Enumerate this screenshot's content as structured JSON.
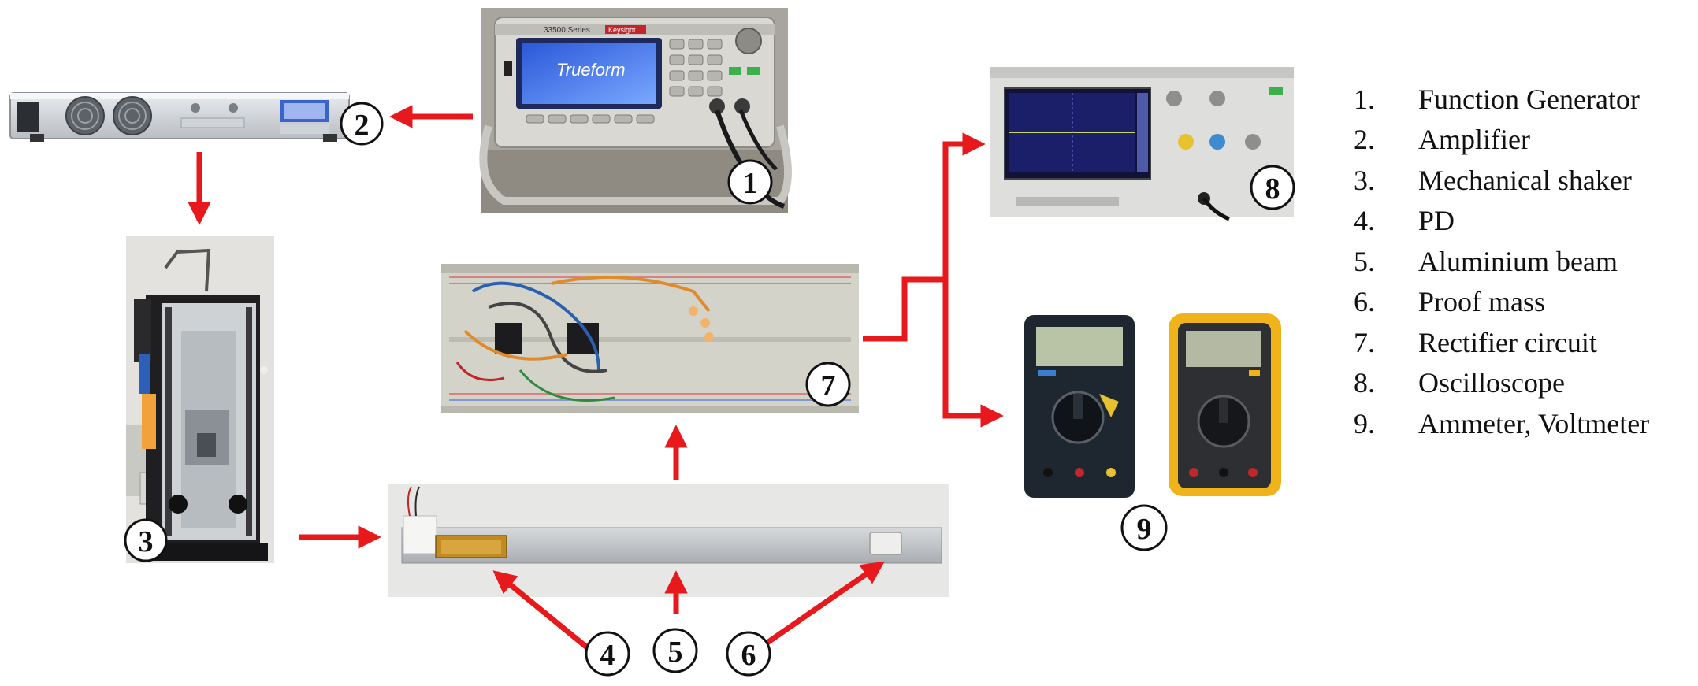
{
  "function_generator": {
    "brand": "Keysight",
    "series_label": "33500 Series",
    "screen_text": "Trueform"
  },
  "callouts": [
    "1",
    "2",
    "3",
    "4",
    "5",
    "6",
    "7",
    "8",
    "9"
  ],
  "legend": [
    {
      "num": "1.",
      "label": "Function Generator"
    },
    {
      "num": "2.",
      "label": "Amplifier"
    },
    {
      "num": "3.",
      "label": "Mechanical shaker"
    },
    {
      "num": "4.",
      "label": "PD"
    },
    {
      "num": "5.",
      "label": "Aluminium beam"
    },
    {
      "num": "6.",
      "label": "Proof mass"
    },
    {
      "num": "7.",
      "label": "Rectifier circuit"
    },
    {
      "num": "8.",
      "label": "Oscilloscope"
    },
    {
      "num": "9.",
      "label": "Ammeter, Voltmeter"
    }
  ],
  "colors": {
    "arrow": "#e8191c",
    "callout_stroke": "#111111",
    "legend_text": "#111111"
  }
}
